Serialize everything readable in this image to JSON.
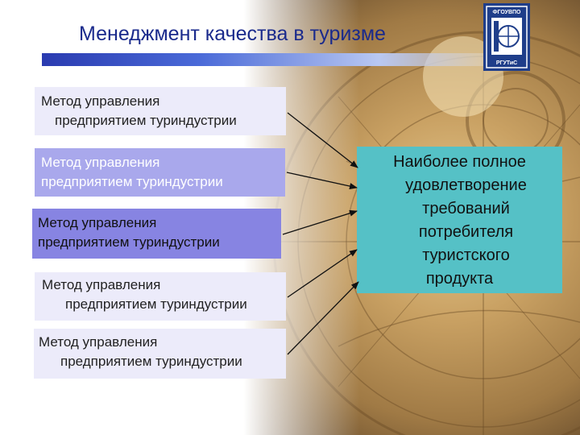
{
  "slide": {
    "title": "Менеджмент качества в туризме",
    "logo_text_top": "ФГОУВПО",
    "logo_text_bottom": "РГУТиС"
  },
  "methods": [
    {
      "line1": "Метод управления",
      "line2": "предприятием туриндустрии"
    },
    {
      "line1": "Метод управления",
      "line2": "предприятием туриндустрии"
    },
    {
      "line1": "Метод управления",
      "line2": "предприятием туриндустрии"
    },
    {
      "line1": "Метод управления",
      "line2": "предприятием туриндустрии"
    },
    {
      "line1": "Метод управления",
      "line2": "предприятием туриндустрии"
    }
  ],
  "result": {
    "lines": [
      "Наиболее полное",
      "удовлетворение",
      "требований",
      "потребителя",
      "туристского",
      "продукта"
    ]
  },
  "colors": {
    "title": "#1a2a8c",
    "box_light": "#ecebfa",
    "box_medium": "#a9a8ec",
    "box_dark": "#8784e2",
    "result_box": "#55c1c6"
  }
}
